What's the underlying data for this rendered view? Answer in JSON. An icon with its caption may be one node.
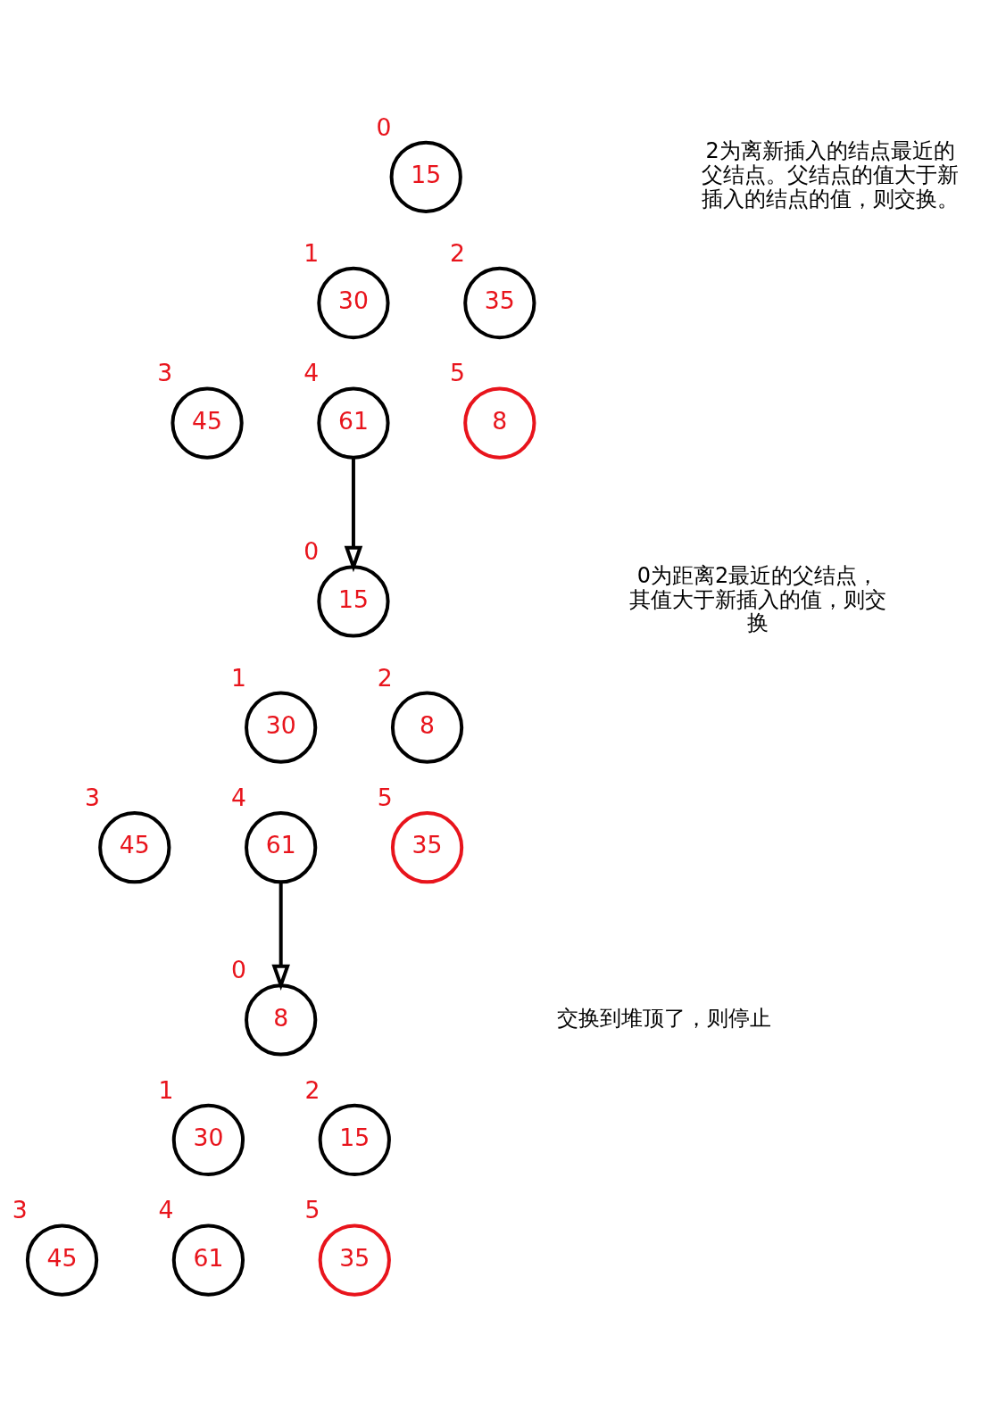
{
  "diagram": {
    "nodes": [
      {
        "text": [
          "15"
        ],
        "beside": [
          "0"
        ]
      },
      {
        "text": [
          "30"
        ],
        "beside": [
          "1"
        ]
      },
      {
        "text": [
          "35"
        ],
        "beside": [
          "2"
        ]
      },
      {
        "text": [
          "45"
        ],
        "beside": [
          "3"
        ]
      },
      {
        "text": [
          "61"
        ],
        "beside": [
          "4"
        ]
      },
      {
        "text": [
          "8"
        ],
        "beside": [
          "5"
        ]
      },
      {
        "text": [
          "15"
        ],
        "beside": [
          "0"
        ]
      },
      {
        "text": [
          "30"
        ],
        "beside": [
          "1"
        ]
      },
      {
        "text": [
          "8"
        ],
        "beside": [
          "2"
        ]
      },
      {
        "text": [
          "45"
        ],
        "beside": [
          "3"
        ]
      },
      {
        "text": [
          "61"
        ],
        "beside": [
          "4"
        ]
      },
      {
        "text": [
          "35"
        ],
        "beside": [
          "5"
        ]
      },
      {
        "text": [
          "8"
        ],
        "beside": [
          "0"
        ]
      },
      {
        "text": [
          "30"
        ],
        "beside": [
          "1"
        ]
      },
      {
        "text": [
          "15"
        ],
        "beside": [
          "2"
        ]
      },
      {
        "text": [
          "45"
        ],
        "beside": [
          "3"
        ]
      },
      {
        "text": [
          "61"
        ],
        "beside": [
          "4"
        ]
      },
      {
        "text": [
          "35"
        ],
        "beside": [
          "5"
        ]
      }
    ],
    "edges": [
      {
        "from": 4,
        "to": 6,
        "arrow": "to"
      },
      {
        "from": 10,
        "to": 12,
        "arrow": "to"
      }
    ],
    "labels": [
      "2为离新插入的结点最近的父结点。父结点的值大于新插入的结点的值，则交换。",
      "0为距离2最近的父结点，其值大于新插入的值，则交换",
      "交换到堆顶了，则停止"
    ]
  }
}
